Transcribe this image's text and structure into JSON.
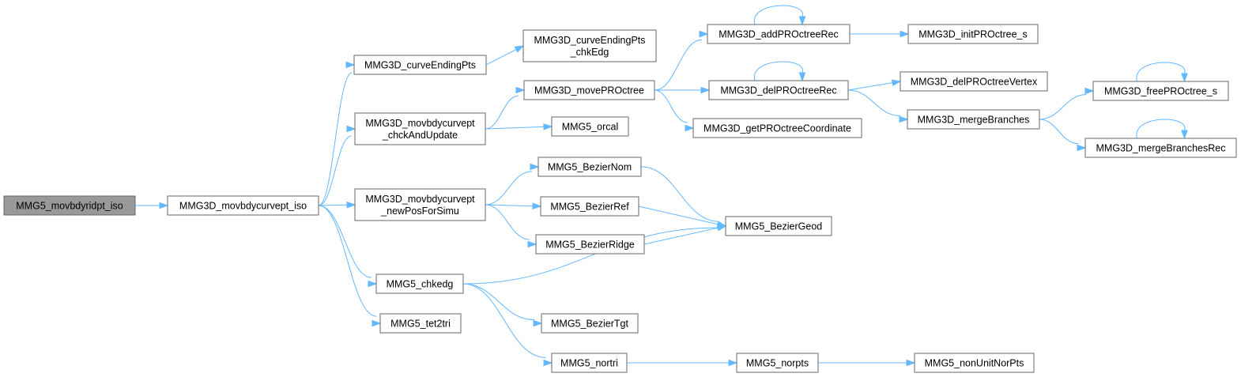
{
  "colors": {
    "edge": "#63b8ff",
    "node_border": "#666666",
    "root_fill": "#999999",
    "node_fill": "#ffffff"
  },
  "nodes": {
    "movbdyridpt_iso": [
      "MMG5_movbdyridpt_iso"
    ],
    "movbdycurvept_iso": [
      "MMG3D_movbdycurvept_iso"
    ],
    "curveEndingPts": [
      "MMG3D_curveEndingPts"
    ],
    "curveEndingPts_chkEdg": [
      "MMG3D_curveEndingPts",
      "_chkEdg"
    ],
    "chckAndUpdate": [
      "MMG3D_movbdycurvept",
      "_chckAndUpdate"
    ],
    "newPosForSimu": [
      "MMG3D_movbdycurvept",
      "_newPosForSimu"
    ],
    "chkedg": [
      "MMG5_chkedg"
    ],
    "tet2tri": [
      "MMG5_tet2tri"
    ],
    "movePROctree": [
      "MMG3D_movePROctree"
    ],
    "orcal": [
      "MMG5_orcal"
    ],
    "BezierNom": [
      "MMG5_BezierNom"
    ],
    "BezierRef": [
      "MMG5_BezierRef"
    ],
    "BezierRidge": [
      "MMG5_BezierRidge"
    ],
    "BezierTgt": [
      "MMG5_BezierTgt"
    ],
    "nortri": [
      "MMG5_nortri"
    ],
    "addPROctreeRec": [
      "MMG3D_addPROctreeRec"
    ],
    "delPROctreeRec": [
      "MMG3D_delPROctreeRec"
    ],
    "getPROctreeCoordinate": [
      "MMG3D_getPROctreeCoordinate"
    ],
    "BezierGeod": [
      "MMG5_BezierGeod"
    ],
    "norpts": [
      "MMG5_norpts"
    ],
    "initPROctree_s": [
      "MMG3D_initPROctree_s"
    ],
    "delPROctreeVertex": [
      "MMG3D_delPROctreeVertex"
    ],
    "mergeBranches": [
      "MMG3D_mergeBranches"
    ],
    "nonUnitNorPts": [
      "MMG5_nonUnitNorPts"
    ],
    "freePROctree_s": [
      "MMG3D_freePROctree_s"
    ],
    "mergeBranchesRec": [
      "MMG3D_mergeBranchesRec"
    ]
  },
  "edges": [
    [
      "movbdyridpt_iso",
      "movbdycurvept_iso"
    ],
    [
      "movbdycurvept_iso",
      "curveEndingPts"
    ],
    [
      "movbdycurvept_iso",
      "chckAndUpdate"
    ],
    [
      "movbdycurvept_iso",
      "newPosForSimu"
    ],
    [
      "movbdycurvept_iso",
      "chkedg"
    ],
    [
      "movbdycurvept_iso",
      "tet2tri"
    ],
    [
      "curveEndingPts",
      "curveEndingPts_chkEdg"
    ],
    [
      "chckAndUpdate",
      "movePROctree"
    ],
    [
      "chckAndUpdate",
      "orcal"
    ],
    [
      "newPosForSimu",
      "BezierNom"
    ],
    [
      "newPosForSimu",
      "BezierRef"
    ],
    [
      "newPosForSimu",
      "BezierRidge"
    ],
    [
      "chkedg",
      "BezierGeod"
    ],
    [
      "chkedg",
      "BezierTgt"
    ],
    [
      "chkedg",
      "nortri"
    ],
    [
      "movePROctree",
      "addPROctreeRec"
    ],
    [
      "movePROctree",
      "delPROctreeRec"
    ],
    [
      "movePROctree",
      "getPROctreeCoordinate"
    ],
    [
      "BezierNom",
      "BezierGeod"
    ],
    [
      "BezierRef",
      "BezierGeod"
    ],
    [
      "BezierRidge",
      "BezierGeod"
    ],
    [
      "nortri",
      "norpts"
    ],
    [
      "addPROctreeRec",
      "addPROctreeRec"
    ],
    [
      "addPROctreeRec",
      "initPROctree_s"
    ],
    [
      "delPROctreeRec",
      "delPROctreeRec"
    ],
    [
      "delPROctreeRec",
      "delPROctreeVertex"
    ],
    [
      "delPROctreeRec",
      "mergeBranches"
    ],
    [
      "norpts",
      "nonUnitNorPts"
    ],
    [
      "mergeBranches",
      "freePROctree_s"
    ],
    [
      "mergeBranches",
      "mergeBranchesRec"
    ],
    [
      "freePROctree_s",
      "freePROctree_s"
    ],
    [
      "mergeBranchesRec",
      "mergeBranchesRec"
    ]
  ]
}
